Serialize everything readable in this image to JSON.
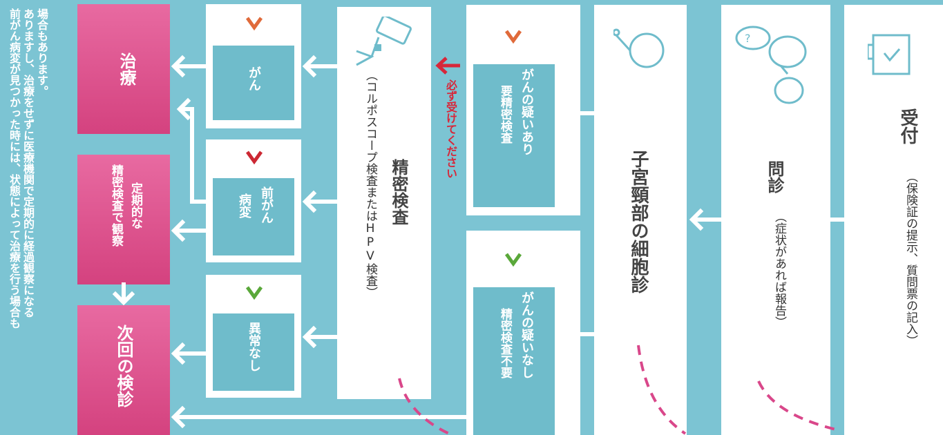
{
  "note": {
    "line1": "前がん病変が見つかった時には、状態によって治療を行う場合も",
    "line2": "ありますし、治療をせずに医療機関で定期的に経過観察になる",
    "line3": "場合もあります。"
  },
  "steps": {
    "reception": {
      "title": "受付",
      "sub": "（保険証の提示、質問票の記入）"
    },
    "interview": {
      "title": "問診",
      "sub": "（症状があれば報告）"
    },
    "cytology": {
      "title": "子宮頸部の細胞診"
    },
    "suspect": {
      "line1": "がんの疑いあり",
      "line2": "要精密検査"
    },
    "no_suspect": {
      "line1": "がんの疑いなし",
      "line2": "精密検査不要"
    },
    "must": "必ず受けてください",
    "detailed": {
      "title": "精密検査",
      "sub": "（コルポスコープ検査またはHPV検査）"
    },
    "cancer": "がん",
    "precancer": {
      "line1": "前がん",
      "line2": "病変"
    },
    "normal": "異常なし",
    "treatment": "治療",
    "observation": {
      "line1": "定期的な",
      "line2": "精密検査で観察"
    },
    "next": "次回の検診"
  },
  "colors": {
    "background": "#7cc4d3",
    "box_teal": "#6fbccb",
    "pink": "#d9478a",
    "red": "#d7273a",
    "check_orange": "#e06a3a",
    "check_red": "#cc2833",
    "check_green": "#5aa83a"
  }
}
